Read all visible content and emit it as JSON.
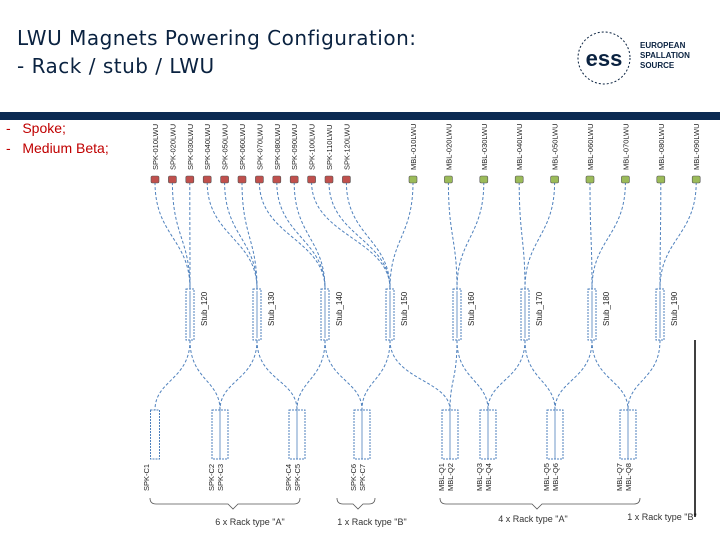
{
  "title_line1": "LWU Magnets Powering Configuration:",
  "title_line2": "- Rack / stub / LWU",
  "logo": {
    "word": "ess",
    "text": [
      "EUROPEAN",
      "SPALLATION",
      "SOURCE"
    ]
  },
  "bullets": [
    "-   Spoke;",
    "-   Medium Beta;"
  ],
  "colors": {
    "spoke": "#c0504d",
    "mbeta": "#9bbb59",
    "header_band": "#0b2a52",
    "title": "#0a2240",
    "bullet_text": "#c00000",
    "dashed_line": "#4f81bd"
  },
  "magnets": [
    {
      "label": "SPK-010LWU",
      "type": "spoke"
    },
    {
      "label": "SPK-020LWU",
      "type": "spoke"
    },
    {
      "label": "SPK-030LWU",
      "type": "spoke"
    },
    {
      "label": "SPK-040LWU",
      "type": "spoke"
    },
    {
      "label": "SPK-050LWU",
      "type": "spoke"
    },
    {
      "label": "SPK-060LWU",
      "type": "spoke"
    },
    {
      "label": "SPK-070LWU",
      "type": "spoke"
    },
    {
      "label": "SPK-080LWU",
      "type": "spoke"
    },
    {
      "label": "SPK-090LWU",
      "type": "spoke"
    },
    {
      "label": "SPK-100LWU",
      "type": "spoke"
    },
    {
      "label": "SPK-110LWU",
      "type": "spoke"
    },
    {
      "label": "SPK-120LWU",
      "type": "spoke"
    },
    {
      "label": "MBL-010LWU",
      "type": "mbeta"
    },
    {
      "label": "MBL-020LWU",
      "type": "mbeta"
    },
    {
      "label": "MBL-030LWU",
      "type": "mbeta"
    },
    {
      "label": "MBL-040LWU",
      "type": "mbeta"
    },
    {
      "label": "MBL-050LWU",
      "type": "mbeta"
    },
    {
      "label": "MBL-060LWU",
      "type": "mbeta"
    },
    {
      "label": "MBL-070LWU",
      "type": "mbeta"
    },
    {
      "label": "MBL-080LWU",
      "type": "mbeta"
    },
    {
      "label": "MBL-090LWU",
      "type": "mbeta"
    }
  ],
  "stubs": [
    "Stub_120",
    "Stub_130",
    "Stub_140",
    "Stub_150",
    "Stub_160",
    "Stub_170",
    "Stub_180",
    "Stub_190"
  ],
  "racks": [
    {
      "labels": [
        "SPK-C1"
      ]
    },
    {
      "labels": [
        "SPK-C2",
        "SPK-C3"
      ]
    },
    {
      "labels": [
        "SPK-C4",
        "SPK-C5"
      ]
    },
    {
      "labels": [
        "SPK-C6",
        "SPK-C7"
      ]
    },
    {
      "labels": [
        "MBL-Q1",
        "MBL-Q2"
      ]
    },
    {
      "labels": [
        "MBL-Q3",
        "MBL-Q4"
      ]
    },
    {
      "labels": [
        "MBL-Q5",
        "MBL-Q6"
      ]
    },
    {
      "labels": [
        "MBL-Q7",
        "MBL-Q8"
      ]
    }
  ],
  "rack_groups": [
    {
      "label": "6 x Rack type \"A\""
    },
    {
      "label": "1 x Rack type \"B\""
    },
    {
      "label": "4 x Rack type \"A\""
    },
    {
      "label": "1 x Rack type \"B\""
    }
  ]
}
